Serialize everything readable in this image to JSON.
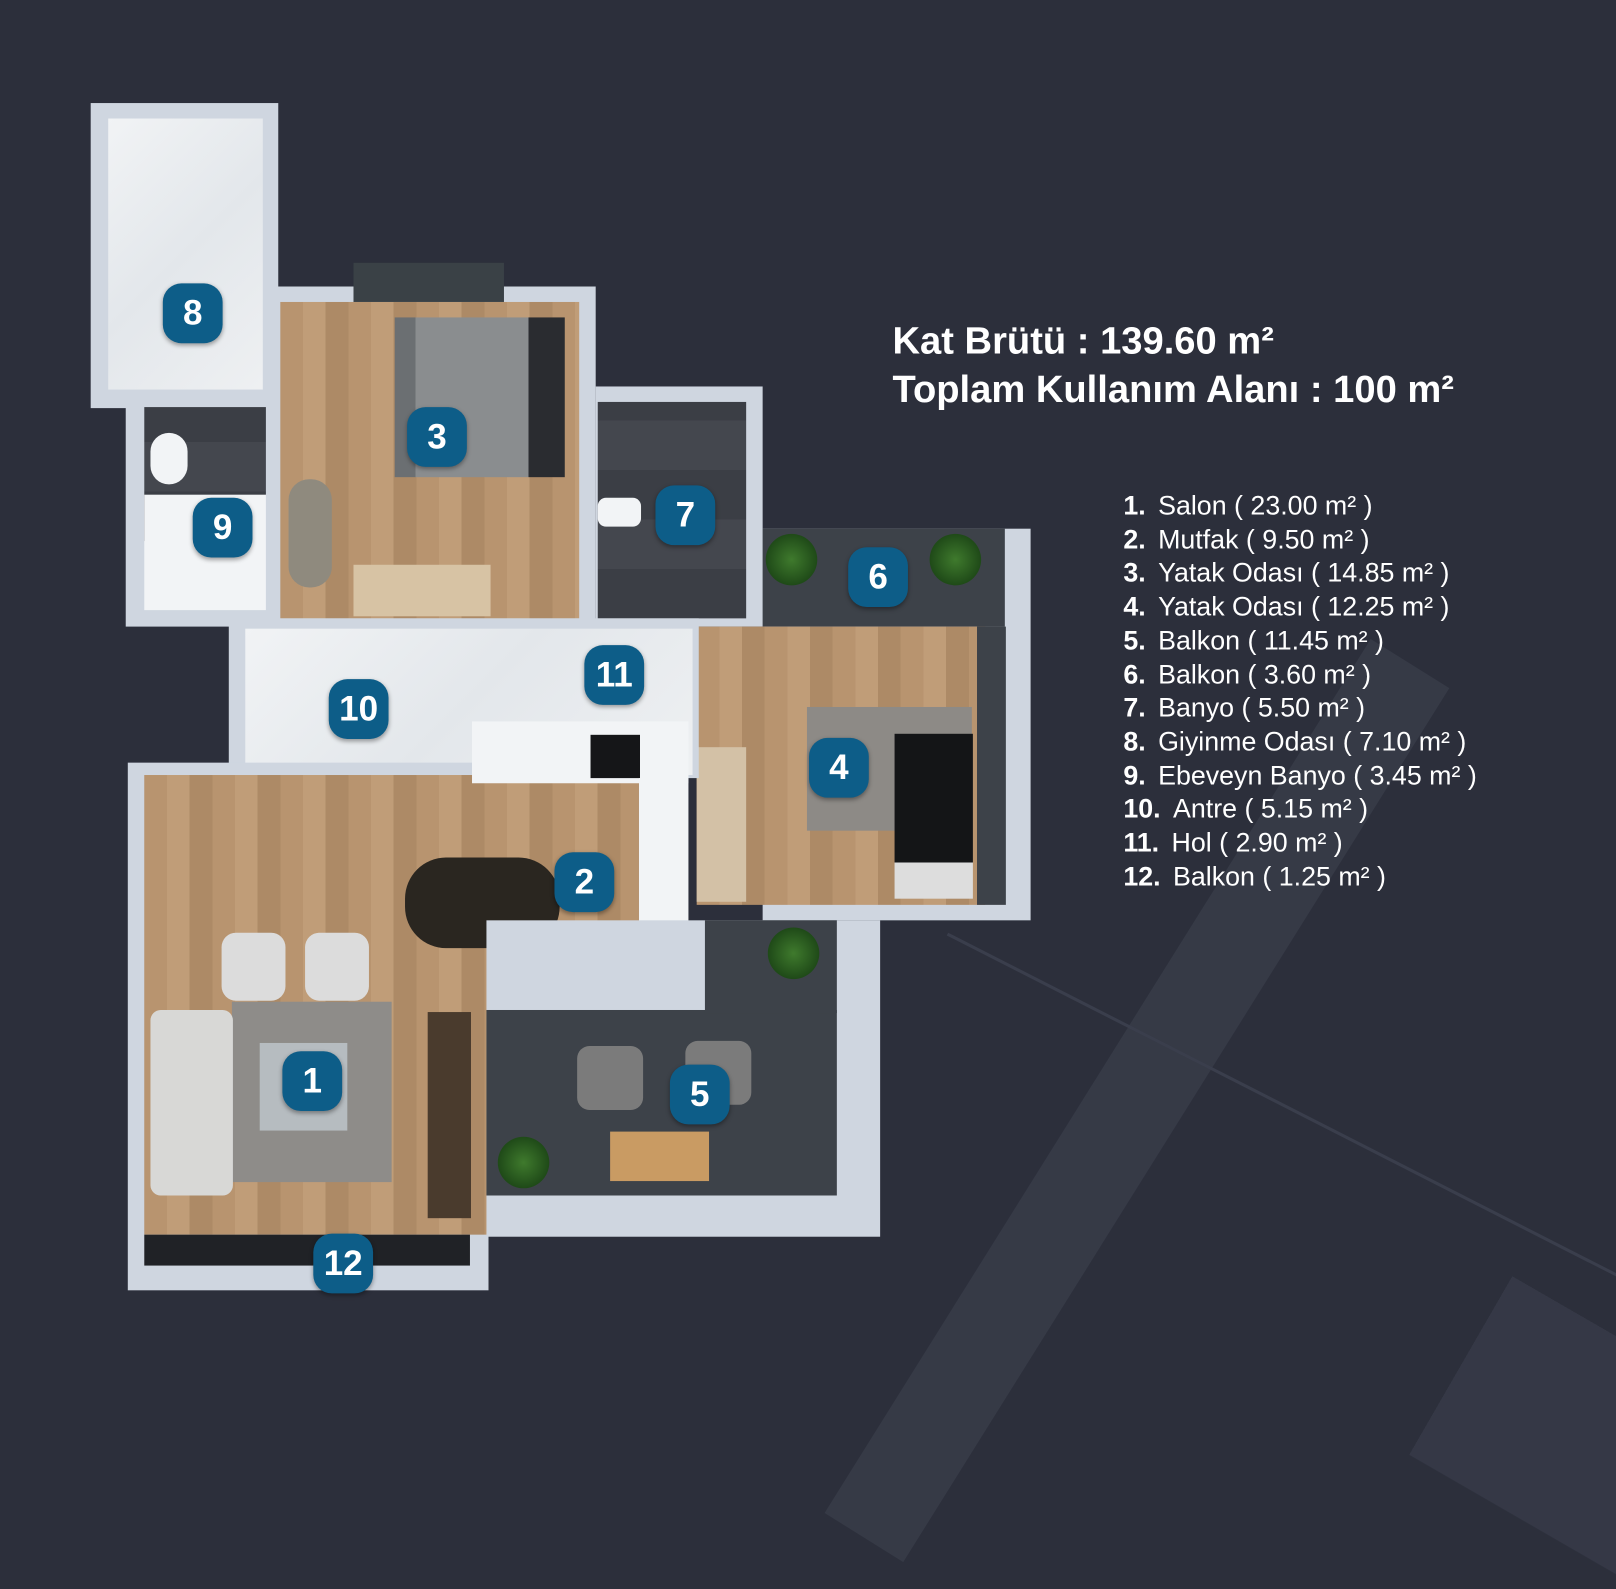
{
  "header": {
    "gross_area_label": "Kat Brütü : 139.60 m²",
    "usable_area_label": "Toplam Kullanım Alanı : 100 m²"
  },
  "rooms": [
    {
      "num": "1.",
      "name": "Salon ( 23.00 m² )",
      "badge": "1"
    },
    {
      "num": "2.",
      "name": "Mutfak ( 9.50 m² )",
      "badge": "2"
    },
    {
      "num": "3.",
      "name": "Yatak Odası ( 14.85 m² )",
      "badge": "3"
    },
    {
      "num": "4.",
      "name": "Yatak Odası ( 12.25 m² )",
      "badge": "4"
    },
    {
      "num": "5.",
      "name": "Balkon ( 11.45 m² )",
      "badge": "5"
    },
    {
      "num": "6.",
      "name": "Balkon ( 3.60 m² )",
      "badge": "6"
    },
    {
      "num": "7.",
      "name": "Banyo ( 5.50 m² )",
      "badge": "7"
    },
    {
      "num": "8.",
      "name": "Giyinme Odası ( 7.10 m² )",
      "badge": "8"
    },
    {
      "num": "9.",
      "name": "Ebeveyn Banyo ( 3.45 m² )",
      "badge": "9"
    },
    {
      "num": "10.",
      "name": "Antre ( 5.15 m² )",
      "badge": "10"
    },
    {
      "num": "11.",
      "name": "Hol ( 2.90 m² )",
      "badge": "11"
    },
    {
      "num": "12.",
      "name": "Balkon ( 1.25 m² )",
      "badge": "12"
    }
  ],
  "colors": {
    "background": "#2c2f3b",
    "badge": "#0d5d88",
    "text": "#ffffff"
  }
}
